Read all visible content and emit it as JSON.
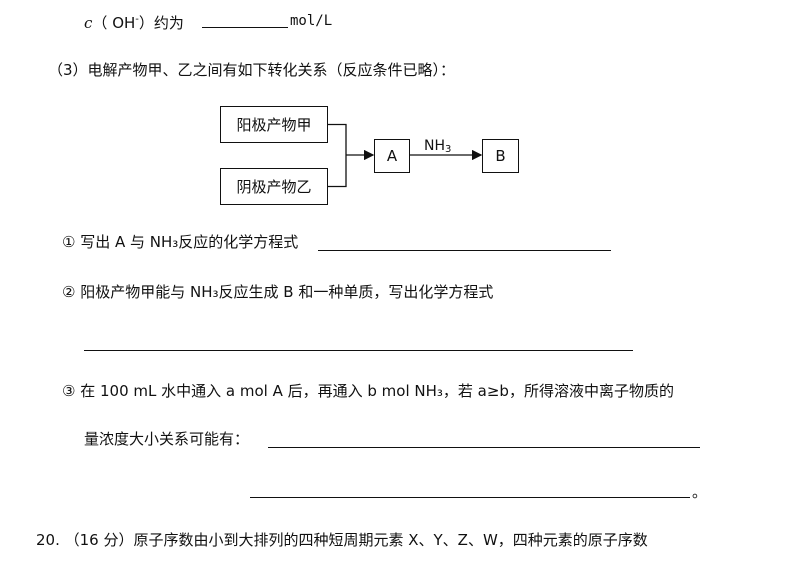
{
  "line1": {
    "c_symbol": "c",
    "paren_open": "（",
    "oh": "OH",
    "oh_sup": "-",
    "paren_close": "）约为",
    "unit": "mol/L"
  },
  "q3": {
    "label": "（3）电解产物甲、乙之间有如下转化关系（反应条件已略）："
  },
  "diagram": {
    "anode_product": "阳极产物甲",
    "cathode_product": "阴极产物乙",
    "node_a": "A",
    "node_b": "B",
    "arrow_label_main": "NH",
    "arrow_label_sub": "3"
  },
  "item1": {
    "text": "①  写出 A 与 NH₃反应的化学方程式"
  },
  "item2": {
    "text": "②  阳极产物甲能与 NH₃反应生成 B 和一种单质，写出化学方程式"
  },
  "item3": {
    "line1": "③  在 100 mL 水中通入 a mol A 后，再通入 b mol NH₃，若 a≥b，所得溶液中离子物质的",
    "line2": "量浓度大小关系可能有：",
    "end_mark": "。"
  },
  "q20": {
    "text": "20. （16 分）原子序数由小到大排列的四种短周期元素 X、Y、Z、W，四种元素的原子序数"
  }
}
